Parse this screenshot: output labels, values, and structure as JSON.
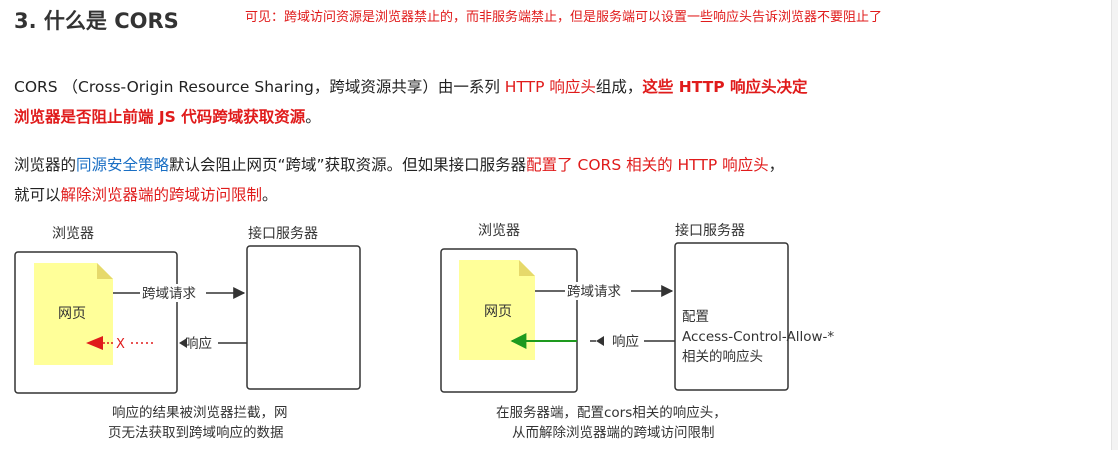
{
  "header": {
    "title": "3. 什么是 CORS",
    "note": "可见：跨域访问资源是浏览器禁止的，而非服务端禁止，但是服务端可以设置一些响应头告诉浏览器不要阻止了"
  },
  "paragraph1": {
    "line1_a": "CORS （Cross-Origin Resource Sharing，跨域资源共享）由一系列 ",
    "line1_red": "HTTP 响应头",
    "line1_b": "组成，",
    "line1_bold": "这些 HTTP 响应头决定",
    "line2_bold": "浏览器是否阻止前端 JS 代码跨域获取资源",
    "line2_end": "。"
  },
  "paragraph2": {
    "line1_a": "浏览器的",
    "line1_link": "同源安全策略",
    "line1_b": "默认会阻止网页“跨域”获取资源。但如果接口服务器",
    "line1_red": "配置了 CORS 相关的 HTTP 响应头",
    "line1_c": "，",
    "line2_a": "就可以",
    "line2_red": "解除浏览器端的跨域访问限制",
    "line2_end": "。"
  },
  "diagram_left": {
    "browser_label": "浏览器",
    "server_label": "接口服务器",
    "page_label": "网页",
    "request_label": "跨域请求",
    "response_label": "响应",
    "blocked_mark": "X",
    "caption_line1": "响应的结果被浏览器拦截，网",
    "caption_line2": "页无法获取到跨域响应的数据"
  },
  "diagram_right": {
    "browser_label": "浏览器",
    "server_label": "接口服务器",
    "page_label": "网页",
    "request_label": "跨域请求",
    "response_label": "响应",
    "server_text_line1": "配置",
    "server_text_line2": "Access-Control-Allow-*",
    "server_text_line3": "相关的响应头",
    "caption_line1": "在服务器端，配置cors相关的响应头，",
    "caption_line2": "从而解除浏览器端的跨域访问限制"
  },
  "colors": {
    "red": "#e01b1b",
    "link_blue": "#1a6fc4",
    "page_yellow": "#ffff99",
    "arrow_green": "#1e9a1e",
    "box_border": "#333333"
  }
}
